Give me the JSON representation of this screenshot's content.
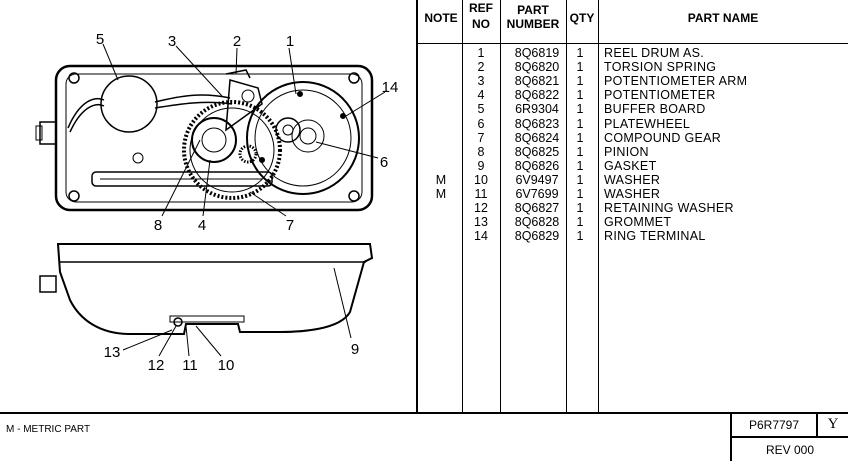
{
  "callouts": [
    "1",
    "2",
    "3",
    "4",
    "5",
    "6",
    "7",
    "8",
    "9",
    "10",
    "11",
    "12",
    "13",
    "14"
  ],
  "table": {
    "headers": {
      "note": "NOTE",
      "ref": "REF NO",
      "ref_top": "REF",
      "ref_bottom": "NO",
      "part_top": "PART",
      "part_bottom": "NUMBER",
      "qty": "QTY",
      "name": "PART   NAME"
    },
    "rows": [
      {
        "note": "",
        "ref": "1",
        "part": "8Q6819",
        "qty": "1",
        "name": "REEL DRUM AS."
      },
      {
        "note": "",
        "ref": "2",
        "part": "8Q6820",
        "qty": "1",
        "name": "TORSION SPRING"
      },
      {
        "note": "",
        "ref": "3",
        "part": "8Q6821",
        "qty": "1",
        "name": "POTENTIOMETER ARM"
      },
      {
        "note": "",
        "ref": "4",
        "part": "8Q6822",
        "qty": "1",
        "name": "POTENTIOMETER"
      },
      {
        "note": "",
        "ref": "5",
        "part": "6R9304",
        "qty": "1",
        "name": "BUFFER BOARD"
      },
      {
        "note": "",
        "ref": "6",
        "part": "8Q6823",
        "qty": "1",
        "name": "PLATEWHEEL"
      },
      {
        "note": "",
        "ref": "7",
        "part": "8Q6824",
        "qty": "1",
        "name": "COMPOUND GEAR"
      },
      {
        "note": "",
        "ref": "8",
        "part": "8Q6825",
        "qty": "1",
        "name": "PINION"
      },
      {
        "note": "",
        "ref": "9",
        "part": "8Q6826",
        "qty": "1",
        "name": "GASKET"
      },
      {
        "note": "M",
        "ref": "10",
        "part": "6V9497",
        "qty": "1",
        "name": "WASHER"
      },
      {
        "note": "M",
        "ref": "11",
        "part": "6V7699",
        "qty": "1",
        "name": "WASHER"
      },
      {
        "note": "",
        "ref": "12",
        "part": "8Q6827",
        "qty": "1",
        "name": "RETAINING WASHER"
      },
      {
        "note": "",
        "ref": "13",
        "part": "8Q6828",
        "qty": "1",
        "name": "GROMMET"
      },
      {
        "note": "",
        "ref": "14",
        "part": "8Q6829",
        "qty": "1",
        "name": "RING TERMINAL"
      }
    ]
  },
  "footer": {
    "metric_note": "M - METRIC PART",
    "drawing_no": "P6R7797",
    "sheet_letter": "Y",
    "revision": "REV 000"
  }
}
